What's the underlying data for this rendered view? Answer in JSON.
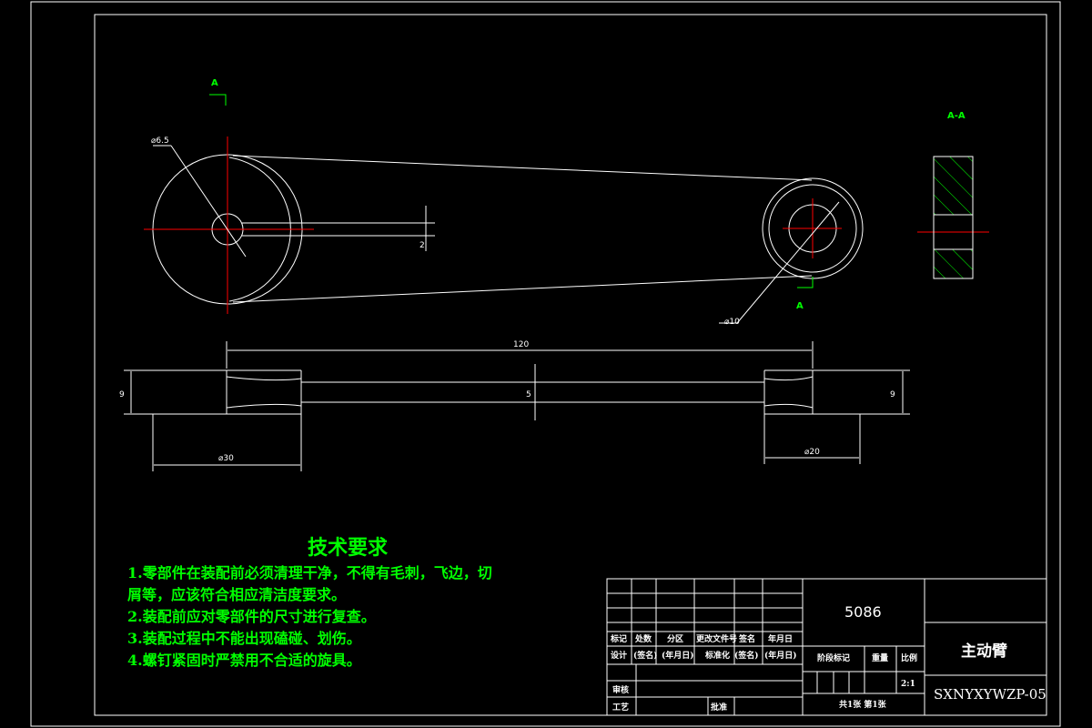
{
  "dimensions": {
    "phi_small_hole": "⌀6.5",
    "slot_width": "2",
    "phi_big_hole": "⌀10",
    "length": "120",
    "left_height": "9",
    "neck": "5",
    "right_height": "9",
    "phi_left_boss": "⌀30",
    "phi_right_boss": "⌀20"
  },
  "section_marks": {
    "left": "A",
    "right": "A",
    "view": "A-A"
  },
  "tech_requirements": {
    "title": "技术要求",
    "items": [
      "1.零部件在装配前必须清理干净，不得有毛刺，飞边，切",
      "屑等，应该符合相应清洁度要求。",
      "2.装配前应对零部件的尺寸进行复查。",
      "3.装配过程中不能出现磕碰、划伤。",
      "4.螺钉紧固时严禁用不合适的旋具。"
    ]
  },
  "title_block": {
    "drawing_no_top": "5086",
    "part_name": "主动臂",
    "drawing_code": "SXNYXYWZP-05",
    "row_labels_1": [
      "标记",
      "处数",
      "分区",
      "更改文件号",
      "签名",
      "年月日"
    ],
    "row_labels_2": [
      "设计",
      "(签名)",
      "(年月日)",
      "标准化",
      "(签名)",
      "(年月日)"
    ],
    "stage_label": "阶段标记",
    "weight_label": "重量",
    "scale_label": "比例",
    "scale_value": "2:1",
    "review": "审核",
    "process": "工艺",
    "approve": "批准",
    "sheets": "共1张 第1张"
  },
  "colors": {
    "background": "#000000",
    "lines": "#ffffff",
    "center_lines": "#ff0000",
    "annotations": "#00ff00",
    "hatch": "#00ff00"
  }
}
